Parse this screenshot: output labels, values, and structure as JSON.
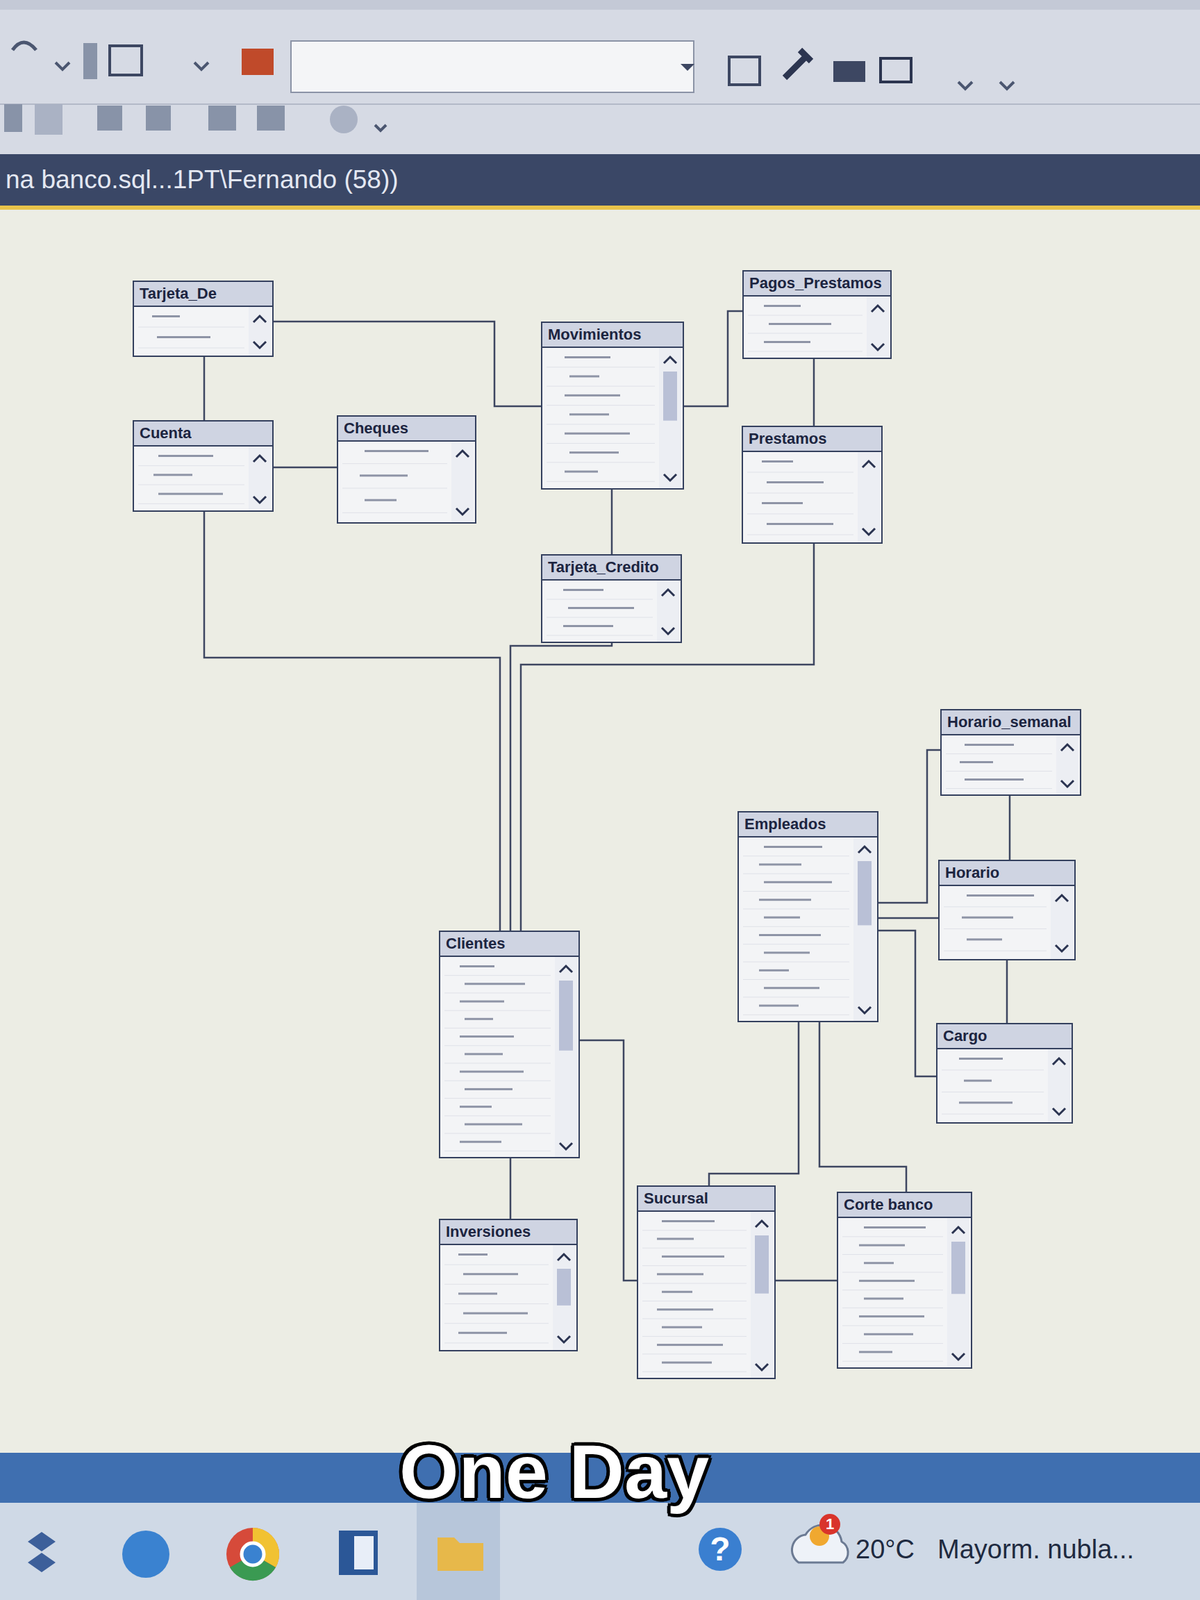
{
  "diagram": {
    "nodes": [
      {
        "text": [
          "Tarjeta_De"
        ]
      },
      {
        "text": [
          "Pagos_Prestamos"
        ]
      },
      {
        "text": [
          "Movimientos"
        ]
      },
      {
        "text": [
          "Cuenta"
        ]
      },
      {
        "text": [
          "Cheques"
        ]
      },
      {
        "text": [
          "Prestamos"
        ]
      },
      {
        "text": [
          "Tarjeta_Credito"
        ]
      },
      {
        "text": [
          "Horario_semanal"
        ]
      },
      {
        "text": [
          "Empleados"
        ]
      },
      {
        "text": [
          "Horario"
        ]
      },
      {
        "text": [
          "Clientes"
        ]
      },
      {
        "text": [
          "Cargo"
        ]
      },
      {
        "text": [
          "Sucursal"
        ]
      },
      {
        "text": [
          "Corte banco"
        ]
      },
      {
        "text": [
          "Inversiones"
        ]
      }
    ],
    "edges": [
      {
        "from": 0,
        "to": 3,
        "arrow": "none"
      },
      {
        "from": 0,
        "to": 2,
        "arrow": "none"
      },
      {
        "from": 4,
        "to": 3,
        "arrow": "none"
      },
      {
        "from": 2,
        "to": 1,
        "arrow": "none"
      },
      {
        "from": 1,
        "to": 5,
        "arrow": "none"
      },
      {
        "from": 2,
        "to": 6,
        "arrow": "none"
      },
      {
        "from": 3,
        "to": 10,
        "arrow": "none"
      },
      {
        "from": 6,
        "to": 10,
        "arrow": "none"
      },
      {
        "from": 5,
        "to": 10,
        "arrow": "none"
      },
      {
        "from": 10,
        "to": 14,
        "arrow": "none"
      },
      {
        "from": 10,
        "to": 12,
        "arrow": "none"
      },
      {
        "from": 8,
        "to": 12,
        "arrow": "none"
      },
      {
        "from": 8,
        "to": 13,
        "arrow": "none"
      },
      {
        "from": 12,
        "to": 13,
        "arrow": "none"
      },
      {
        "from": 8,
        "to": 7,
        "arrow": "none"
      },
      {
        "from": 8,
        "to": 9,
        "arrow": "none"
      },
      {
        "from": 8,
        "to": 11,
        "arrow": "none"
      },
      {
        "from": 7,
        "to": 9,
        "arrow": "none"
      },
      {
        "from": 9,
        "to": 11,
        "arrow": "none"
      }
    ],
    "labels": [
      "na banco.sql...1PT\\Fernando (58))",
      "One Day",
      "20°C",
      "Mayorm. nubla...",
      "?",
      "1"
    ]
  }
}
